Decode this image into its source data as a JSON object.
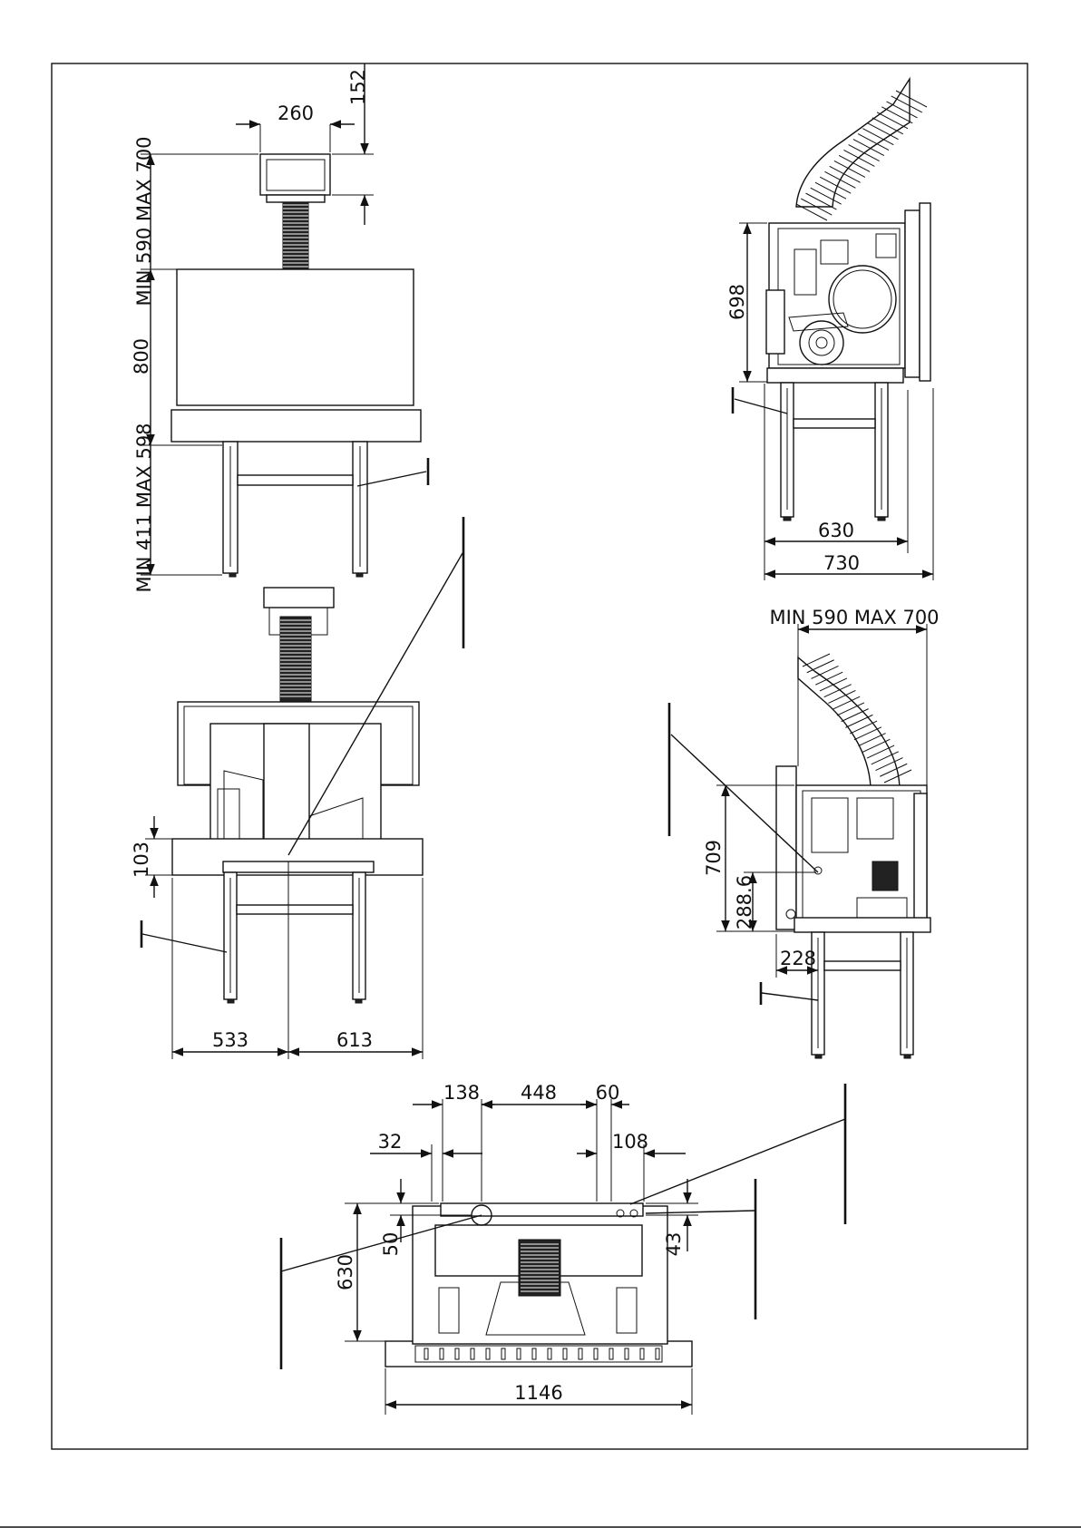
{
  "dimensions": {
    "front_monitor_width": "260",
    "front_monitor_height": "152",
    "front_column_range": "MIN 590 MAX 700",
    "front_body_height": "800",
    "front_leg_range": "MIN 411 MAX 598",
    "side_body_height": "698",
    "side_leg_spacing": "630",
    "side_total_depth": "730",
    "rear_base_height": "103",
    "rear_left_offset": "533",
    "rear_right_offset": "613",
    "side2_column_range": "MIN 590 MAX 700",
    "side2_body_height": "709",
    "side2_port_height": "288.6",
    "side2_port_depth": "228",
    "top_dim_138": "138",
    "top_dim_448": "448",
    "top_dim_60": "60",
    "top_dim_32": "32",
    "top_dim_108": "108",
    "top_dim_50": "50",
    "top_dim_43": "43",
    "top_depth": "630",
    "top_total_width": "1146"
  }
}
